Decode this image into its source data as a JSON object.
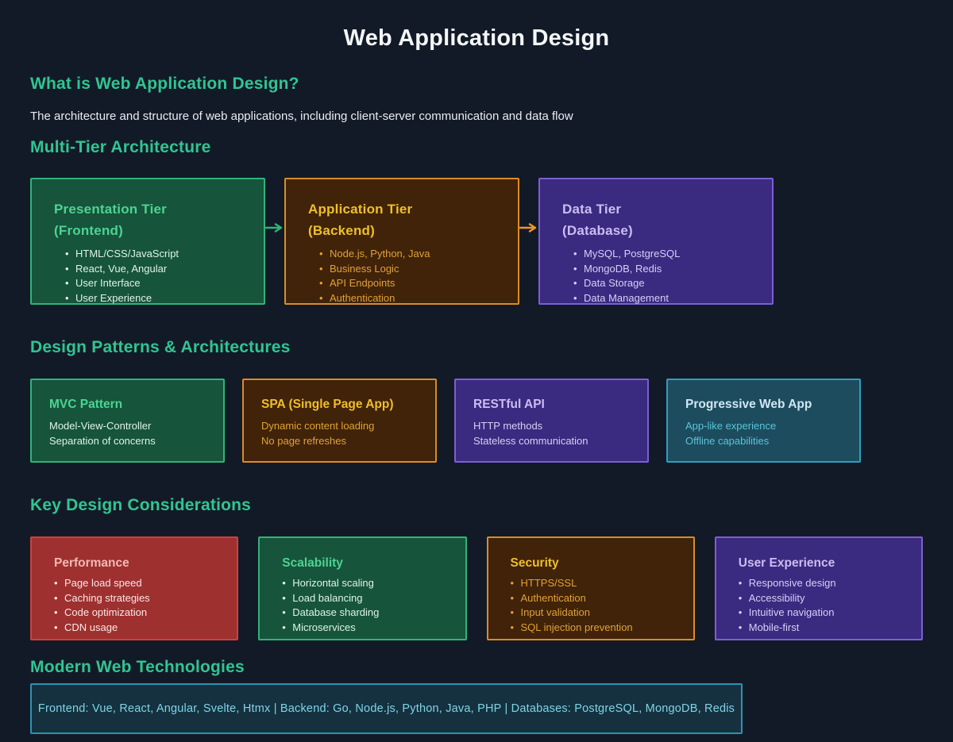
{
  "page": {
    "title": "Web Application Design"
  },
  "sections": {
    "intro": {
      "heading": "What is Web Application Design?",
      "description": "The architecture and structure of web applications, including client-server communication and data flow"
    },
    "architecture": {
      "heading": "Multi-Tier Architecture"
    },
    "patterns_heading": "Design Patterns & Architectures",
    "considerations_heading": "Key Design Considerations",
    "technologies": {
      "heading": "Modern Web Technologies",
      "summary": "Frontend: Vue, React, Angular, Svelte, Htmx | Backend: Go, Node.js, Python, Java, PHP | Databases: PostgreSQL, MongoDB, Redis"
    }
  },
  "tiers": [
    {
      "title": "Presentation Tier",
      "subtitle": "(Frontend)",
      "items": [
        "HTML/CSS/JavaScript",
        "React, Vue, Angular",
        "User Interface",
        "User Experience"
      ]
    },
    {
      "title": "Application Tier",
      "subtitle": "(Backend)",
      "items": [
        "Node.js, Python, Java",
        "Business Logic",
        "API Endpoints",
        "Authentication"
      ]
    },
    {
      "title": "Data Tier",
      "subtitle": "(Database)",
      "items": [
        "MySQL, PostgreSQL",
        "MongoDB, Redis",
        "Data Storage",
        "Data Management"
      ]
    }
  ],
  "patterns": [
    {
      "title": "MVC Pattern",
      "lines": [
        "Model-View-Controller",
        "Separation of concerns"
      ]
    },
    {
      "title": "SPA (Single Page App)",
      "lines": [
        "Dynamic content loading",
        "No page refreshes"
      ]
    },
    {
      "title": "RESTful API",
      "lines": [
        "HTTP methods",
        "Stateless communication"
      ]
    },
    {
      "title": "Progressive Web App",
      "lines": [
        "App-like experience",
        "Offline capabilities"
      ]
    }
  ],
  "considerations": [
    {
      "title": "Performance",
      "items": [
        "Page load speed",
        "Caching strategies",
        "Code optimization",
        "CDN usage"
      ]
    },
    {
      "title": "Scalability",
      "items": [
        "Horizontal scaling",
        "Load balancing",
        "Database sharding",
        "Microservices"
      ]
    },
    {
      "title": "Security",
      "items": [
        "HTTPS/SSL",
        "Authentication",
        "Input validation",
        "SQL injection prevention"
      ]
    },
    {
      "title": "User Experience",
      "items": [
        "Responsive design",
        "Accessibility",
        "Intuitive navigation",
        "Mobile-first"
      ]
    }
  ],
  "colors": {
    "background": "#131a27",
    "heading_green": "#30c592",
    "title_white": "#f4f6f8",
    "green_border": "#2fb478",
    "green_bg": "#17543c",
    "orange_border": "#da8c26",
    "orange_bg": "#402309",
    "purple_border": "#7d5fd3",
    "purple_bg": "#3a2a80",
    "teal_border": "#2f9fbd",
    "teal_bg": "#1d4c5e",
    "red_border": "#c8443c",
    "red_bg": "#9e3030",
    "arrow_green": "#2fb478",
    "arrow_orange": "#e8962e",
    "tech_border": "#2b93b4",
    "tech_bg": "#153140",
    "tech_text": "#7fd4e6"
  }
}
